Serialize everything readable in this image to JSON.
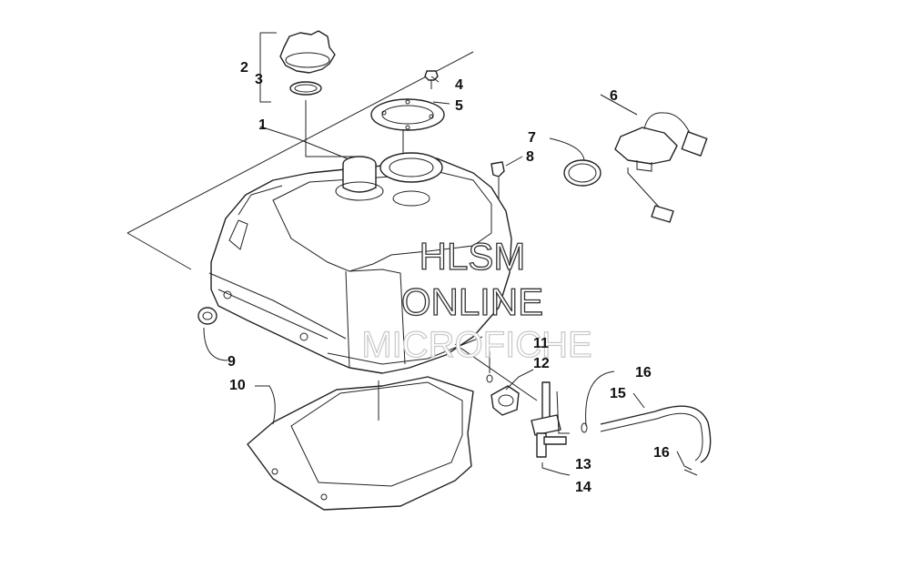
{
  "watermark": {
    "line1": "HLSM",
    "line2": "ONLINE",
    "line3": "MICROFICHE"
  },
  "callouts": [
    {
      "id": "c1",
      "label": "1"
    },
    {
      "id": "c2",
      "label": "2"
    },
    {
      "id": "c3",
      "label": "3"
    },
    {
      "id": "c4",
      "label": "4"
    },
    {
      "id": "c5",
      "label": "5"
    },
    {
      "id": "c6",
      "label": "6"
    },
    {
      "id": "c7",
      "label": "7"
    },
    {
      "id": "c8",
      "label": "8"
    },
    {
      "id": "c9",
      "label": "9"
    },
    {
      "id": "c10",
      "label": "10"
    },
    {
      "id": "c11",
      "label": "11"
    },
    {
      "id": "c12",
      "label": "12"
    },
    {
      "id": "c13",
      "label": "13"
    },
    {
      "id": "c14",
      "label": "14"
    },
    {
      "id": "c15",
      "label": "15"
    },
    {
      "id": "c16a",
      "label": "16"
    },
    {
      "id": "c16b",
      "label": "16"
    }
  ]
}
